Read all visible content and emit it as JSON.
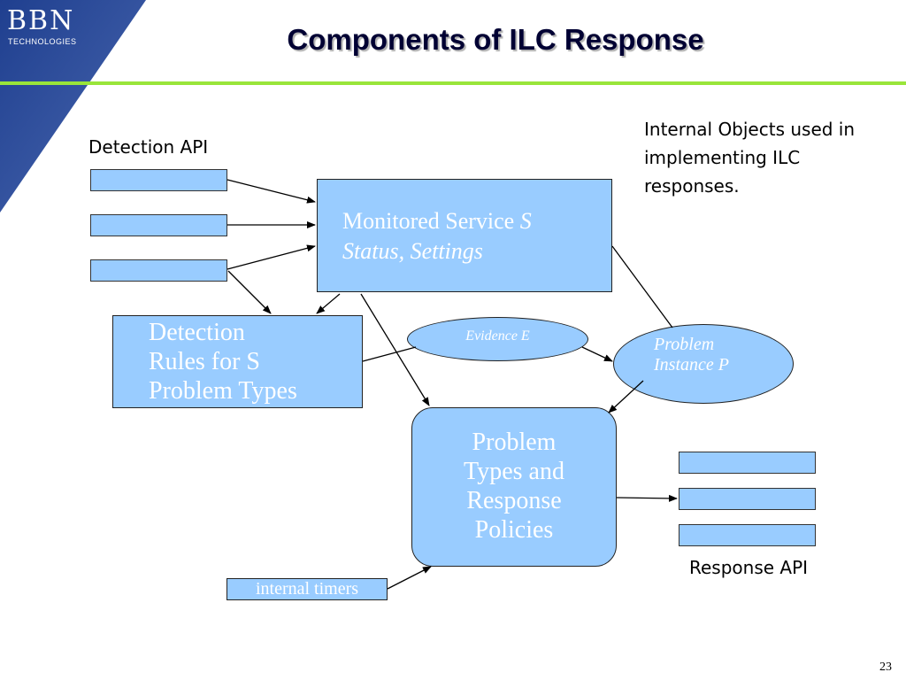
{
  "logo": {
    "text": "BBN",
    "subtext": "TECHNOLOGIES"
  },
  "title": "Components of ILC Response",
  "labels": {
    "detection_api": "Detection API",
    "internal_objects": "Internal Objects used in implementing ILC responses.",
    "response_api": "Response API"
  },
  "nodes": {
    "monitored_service": {
      "line1": "Monitored Service ",
      "line1_italic": "S",
      "line2": "Status, Settings"
    },
    "detection_rules": [
      "Detection",
      "Rules for S",
      "Problem Types"
    ],
    "evidence": "Evidence E",
    "problem_instance": [
      "Problem",
      "Instance P"
    ],
    "problem_types": [
      "Problem",
      "Types and",
      "Response",
      "Policies"
    ],
    "internal_timers": "internal timers"
  },
  "page_number": "23"
}
